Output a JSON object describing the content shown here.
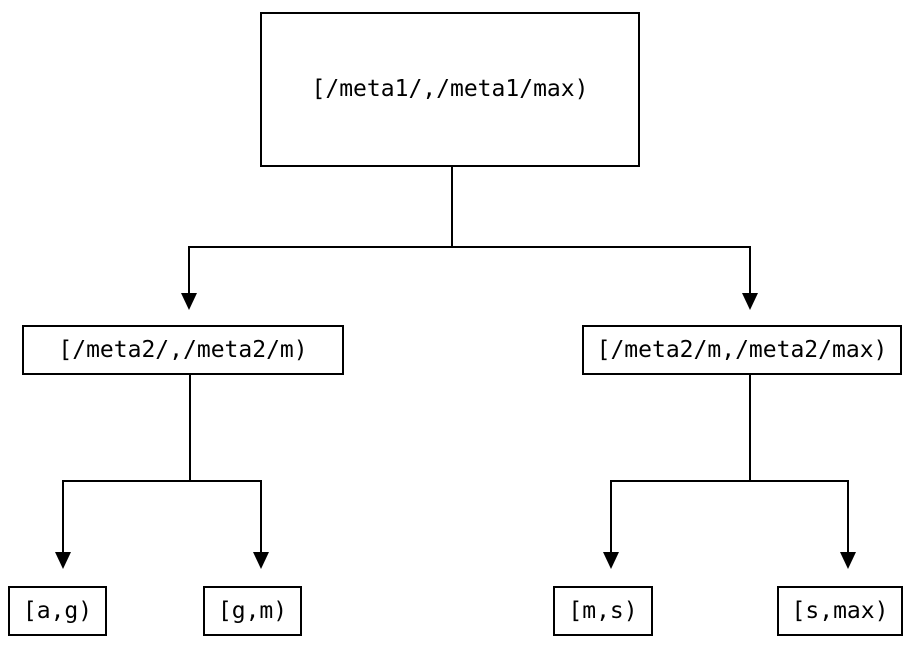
{
  "diagram": {
    "type": "tree",
    "colors": {
      "background": "#ffffff",
      "line": "#000000",
      "box_border": "#000000",
      "text": "#000000"
    },
    "nodes": {
      "root": {
        "label": "[/meta1/,/meta1/max)"
      },
      "mid_left": {
        "label": "[/meta2/,/meta2/m)"
      },
      "mid_right": {
        "label": "[/meta2/m,/meta2/max)"
      },
      "leaf_ag": {
        "label": "[a,g)"
      },
      "leaf_gm": {
        "label": "[g,m)"
      },
      "leaf_ms": {
        "label": "[m,s)"
      },
      "leaf_smax": {
        "label": "[s,max)"
      }
    },
    "edges": [
      {
        "from": "root",
        "to": "mid_left"
      },
      {
        "from": "root",
        "to": "mid_right"
      },
      {
        "from": "mid_left",
        "to": "leaf_ag"
      },
      {
        "from": "mid_left",
        "to": "leaf_gm"
      },
      {
        "from": "mid_right",
        "to": "leaf_ms"
      },
      {
        "from": "mid_right",
        "to": "leaf_smax"
      }
    ]
  }
}
